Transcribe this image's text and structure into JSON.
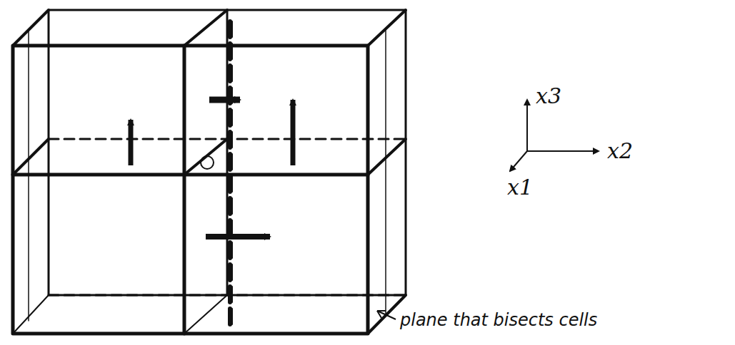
{
  "diagram": {
    "labels": [
      "x3",
      "x2",
      "x1",
      "plane that bisects cells"
    ]
  }
}
